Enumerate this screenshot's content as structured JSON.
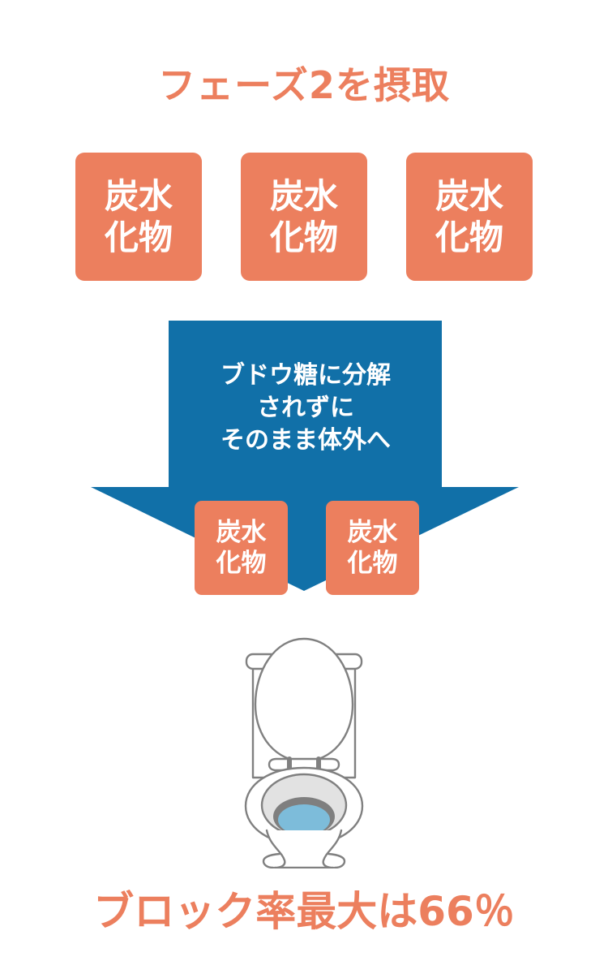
{
  "theme": {
    "background": "#ffffff",
    "accent_orange": "#ec7f5e",
    "accent_blue": "#1170a8",
    "text_white": "#ffffff",
    "outline_gray": "#808080",
    "bowl_inner_light": "#e2e2e2",
    "bowl_inner_dark": "#7f7f7f",
    "water_blue": "#7dbcda"
  },
  "headline": {
    "text": "フェーズ2を摂取"
  },
  "carb_boxes_top": [
    {
      "line1": "炭水",
      "line2": "化物"
    },
    {
      "line1": "炭水",
      "line2": "化物"
    },
    {
      "line1": "炭水",
      "line2": "化物"
    }
  ],
  "arrow": {
    "label_line1": "ブドウ糖に分解",
    "label_line2": "されずに",
    "label_line3": "そのまま体外へ",
    "direction": "down",
    "color": "#1170a8"
  },
  "carb_boxes_arrow": [
    {
      "line1": "炭水",
      "line2": "化物"
    },
    {
      "line1": "炭水",
      "line2": "化物"
    }
  ],
  "illustration": {
    "name": "toilet-illustration",
    "parts": [
      "tank",
      "lid",
      "hinge",
      "bowl",
      "inner-rim",
      "water",
      "pedestal"
    ]
  },
  "bottom": {
    "text": "ブロック率最大は66％"
  }
}
